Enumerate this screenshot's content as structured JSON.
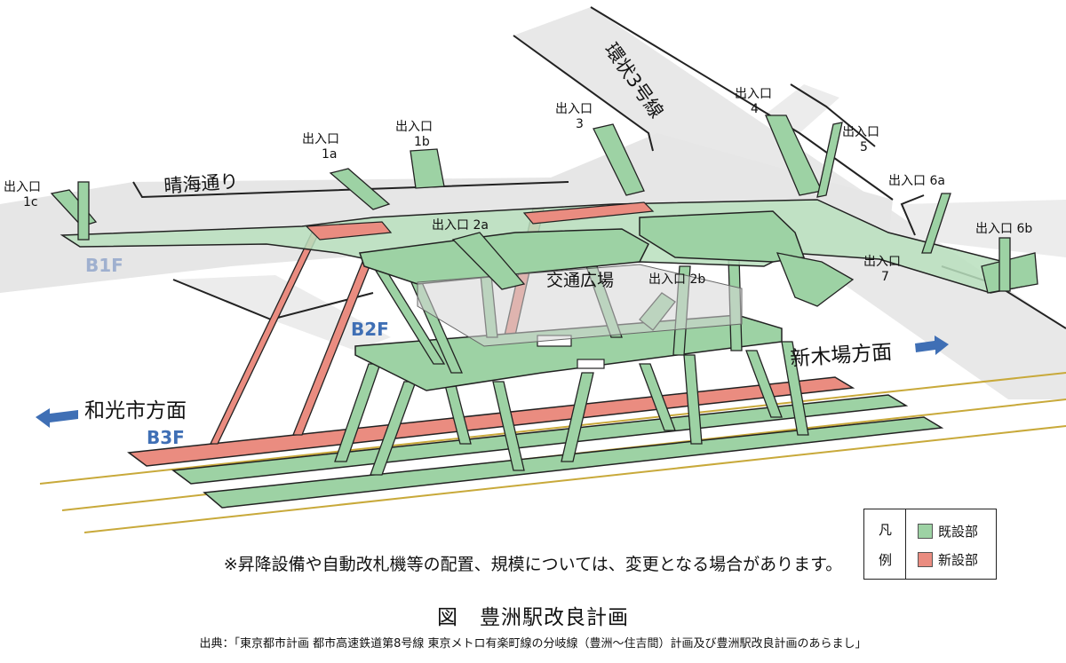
{
  "streets": {
    "harumi": "晴海通り",
    "kanjo3": "環状3号線"
  },
  "exits": [
    {
      "id": "1c",
      "line1": "出入口",
      "line2": "1c"
    },
    {
      "id": "1a",
      "line1": "出入口",
      "line2": "1a"
    },
    {
      "id": "1b",
      "line1": "出入口",
      "line2": "1b"
    },
    {
      "id": "3",
      "line1": "出入口",
      "line2": "3"
    },
    {
      "id": "4",
      "line1": "出入口",
      "line2": "4"
    },
    {
      "id": "5",
      "line1": "出入口",
      "line2": "5"
    },
    {
      "id": "6a",
      "line1": "出入口 6a",
      "line2": ""
    },
    {
      "id": "6b",
      "line1": "出入口 6b",
      "line2": ""
    },
    {
      "id": "7",
      "line1": "出入口",
      "line2": "7"
    },
    {
      "id": "2a",
      "line1": "出入口 2a",
      "line2": ""
    },
    {
      "id": "2b",
      "line1": "出入口 2b",
      "line2": ""
    }
  ],
  "plaza": "交通広場",
  "floors": {
    "b1": "B1F",
    "b2": "B2F",
    "b3": "B3F"
  },
  "directions": {
    "west": "和光市方面",
    "east": "新木場方面"
  },
  "legend": {
    "head_top": "凡",
    "head_bottom": "例",
    "existing": "既設部",
    "new": "新設部"
  },
  "colors": {
    "existing": "#9dd2a4",
    "new": "#ea8c80",
    "floor_label": "#3f6fb5",
    "track": "#c8a93a"
  },
  "note": "※昇降設備や自動改札機等の配置、規模については、変更となる場合があります。",
  "caption": "図　豊洲駅改良計画",
  "source": "出典：「東京都市計画 都市高速鉄道第8号線 東京メトロ有楽町線の分岐線（豊洲～住吉間）計画及び豊洲駅改良計画のあらまし」"
}
